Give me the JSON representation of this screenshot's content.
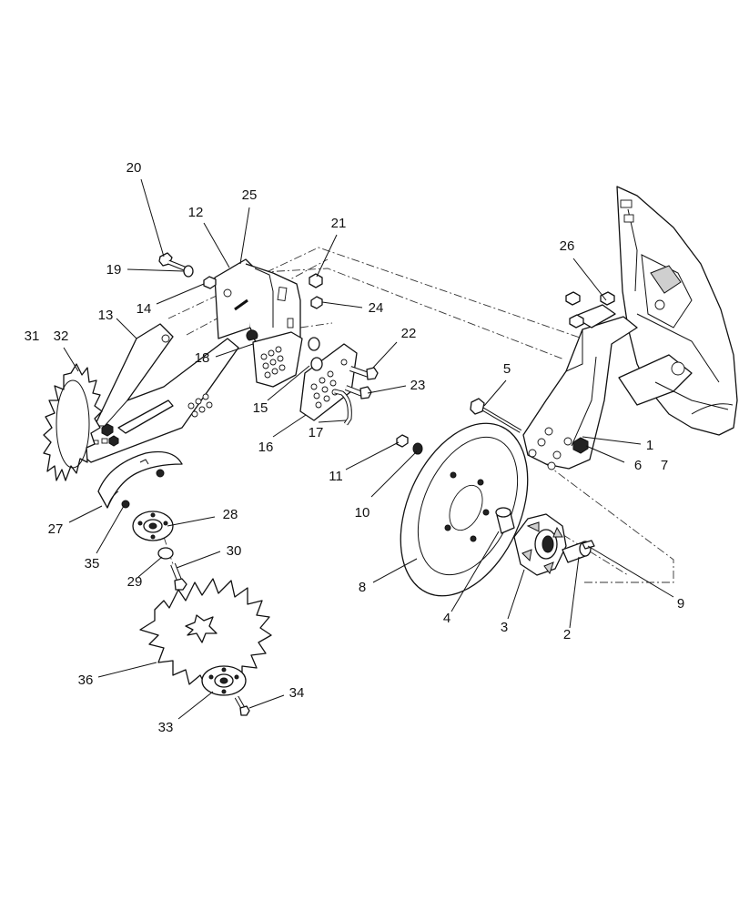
{
  "diagram": {
    "callouts": [
      {
        "id": "c20",
        "label": "20"
      },
      {
        "id": "c25",
        "label": "25"
      },
      {
        "id": "c12",
        "label": "12"
      },
      {
        "id": "c21",
        "label": "21"
      },
      {
        "id": "c19",
        "label": "19"
      },
      {
        "id": "c14",
        "label": "14"
      },
      {
        "id": "c24",
        "label": "24"
      },
      {
        "id": "c13",
        "label": "13"
      },
      {
        "id": "c26",
        "label": "26"
      },
      {
        "id": "c31",
        "label": "31"
      },
      {
        "id": "c32",
        "label": "32"
      },
      {
        "id": "c18",
        "label": "18"
      },
      {
        "id": "c22",
        "label": "22"
      },
      {
        "id": "c5",
        "label": "5"
      },
      {
        "id": "c23",
        "label": "23"
      },
      {
        "id": "c15",
        "label": "15"
      },
      {
        "id": "c16",
        "label": "16"
      },
      {
        "id": "c17",
        "label": "17"
      },
      {
        "id": "c1",
        "label": "1"
      },
      {
        "id": "c11",
        "label": "11"
      },
      {
        "id": "c6",
        "label": "6"
      },
      {
        "id": "c7",
        "label": "7"
      },
      {
        "id": "c10",
        "label": "10"
      },
      {
        "id": "c27",
        "label": "27"
      },
      {
        "id": "c28",
        "label": "28"
      },
      {
        "id": "c35",
        "label": "35"
      },
      {
        "id": "c30",
        "label": "30"
      },
      {
        "id": "c29",
        "label": "29"
      },
      {
        "id": "c8",
        "label": "8"
      },
      {
        "id": "c9",
        "label": "9"
      },
      {
        "id": "c4",
        "label": "4"
      },
      {
        "id": "c3",
        "label": "3"
      },
      {
        "id": "c2",
        "label": "2"
      },
      {
        "id": "c36",
        "label": "36"
      },
      {
        "id": "c34",
        "label": "34"
      },
      {
        "id": "c33",
        "label": "33"
      }
    ]
  }
}
